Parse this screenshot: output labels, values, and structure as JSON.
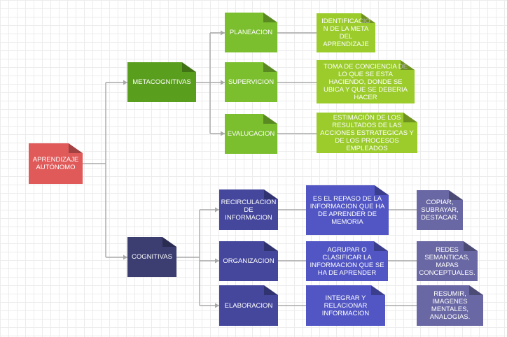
{
  "colors": {
    "connector": "#a9a9a9",
    "root": "#e05a5a",
    "metacognitive": "#5a9e1e",
    "metacognitive_step": "#7cbf2e",
    "metacognitive_desc": "#9bcc2c",
    "cognitive": "#3c3e72",
    "cognitive_step": "#44479c",
    "cognitive_desc": "#5156c4",
    "cognitive_example": "#6a68a4"
  },
  "root": {
    "label": "APRENDIZAJE AUTÓNOMO"
  },
  "metacognitive": {
    "label": "METACOGNITIVAS",
    "steps": [
      {
        "label": "PLANEACION",
        "description": "IDENTIFICACIO N DE LA META DEL APRENDIZAJE"
      },
      {
        "label": "SUPERVICION",
        "description": "TOMA DE CONCIENCIA DE LO QUE SE ESTA HACIENDO, DONDE SE UBICA Y QUE SE DEBERIA HACER"
      },
      {
        "label": "EVALUCACION",
        "description": "ESTIMACIÓN DE LOS RESULTADOS DE LAS ACCIONES ESTRATEGICAS Y DE LOS PROCESOS EMPLEADOS"
      }
    ]
  },
  "cognitive": {
    "label": "COGNITIVAS",
    "steps": [
      {
        "label": "RECIRCULACION DE INFORMACION",
        "description": "ES EL REPASO DE LA INFORMACION QUE HA DE APRENDER DE MEMORIA",
        "example": "COPIAR, SUBRAYAR, DESTACAR."
      },
      {
        "label": "ORGANIZACION",
        "description": "AGRUPAR O CLASIFICAR LA INFORMACION QUE SE HA DE APRENDER",
        "example": "REDES SEMANTICAS, MAPAS CONCEPTUALES."
      },
      {
        "label": "ELABORACION",
        "description": "INTEGRAR Y RELACIONAR INFORMACION",
        "example": "RESUMIR, IMAGENES MENTALES, ANALOGIAS."
      }
    ]
  }
}
